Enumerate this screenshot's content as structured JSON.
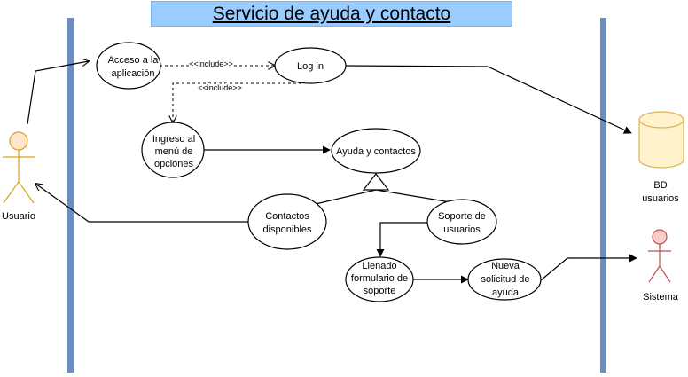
{
  "title": "Servicio de ayuda y contacto",
  "colors": {
    "title_background": "#99ccff",
    "swimlane_bar": "#6c8ebf",
    "usuario_actor": "#f5c45a",
    "sistema_actor": "#e06666",
    "database": "#fff2cc",
    "database_stroke": "#d6b656"
  },
  "actors": {
    "usuario": "Usuario",
    "sistema": "Sistema"
  },
  "database": {
    "line1": "BD",
    "line2": "usuarios"
  },
  "use_cases": {
    "acceso": [
      "Acceso a la",
      "aplicación"
    ],
    "login": [
      "Log in"
    ],
    "menu": [
      "Ingreso al",
      "menú de",
      "opciones"
    ],
    "ayuda": [
      "Ayuda y contactos"
    ],
    "contactos": [
      "Contactos",
      "disponibles"
    ],
    "soporte": [
      "Soporte de",
      "usuarios"
    ],
    "llenado": [
      "Llenado",
      "formulario de",
      "soporte"
    ],
    "nueva": [
      "Nueva",
      "solicitud de",
      "ayuda"
    ]
  },
  "relations": {
    "include_1": "<<include>>",
    "include_2": "<<include>>"
  }
}
